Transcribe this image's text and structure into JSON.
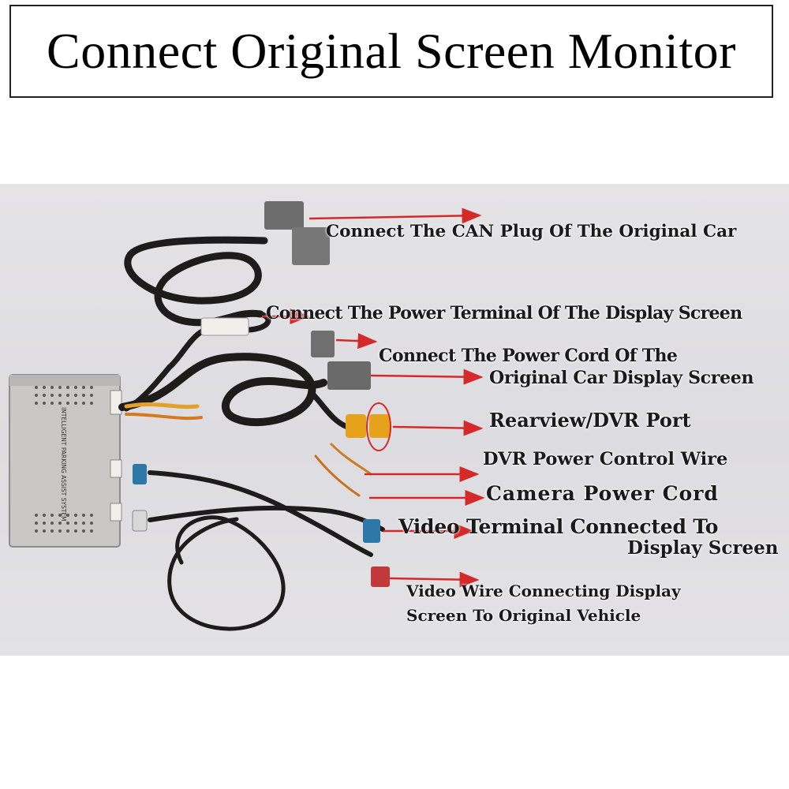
{
  "title": "Connect Original Screen Monitor",
  "module": {
    "name": "INTELLIGENT PARKING ASSIST SYSTEM"
  },
  "labels": {
    "can_plug": "Connect The CAN Plug Of  The Original Car",
    "power_terminal": "Connect The Power Terminal Of The Display Screen",
    "power_cord_line1": "Connect The Power Cord Of  The",
    "power_cord_line2": "Original Car Display Screen",
    "rearview_port": "Rearview/DVR Port",
    "dvr_power": "DVR Power Control Wire",
    "camera_power": "Camera Power Cord",
    "video_terminal_line1": "Video Terminal Connected To",
    "video_terminal_line2": "Display Screen",
    "video_wire_line1": "Video Wire Connecting Display",
    "video_wire_line2": "Screen To Original Vehicle"
  },
  "colors": {
    "arrow": "#d42a2a",
    "module_body": "#c9c8c6",
    "cable": "#1e1b1b",
    "connector_gray": "#6d6d6d",
    "rca_yellow": "#e6a21a",
    "fakra_blue": "#2d78a6"
  }
}
